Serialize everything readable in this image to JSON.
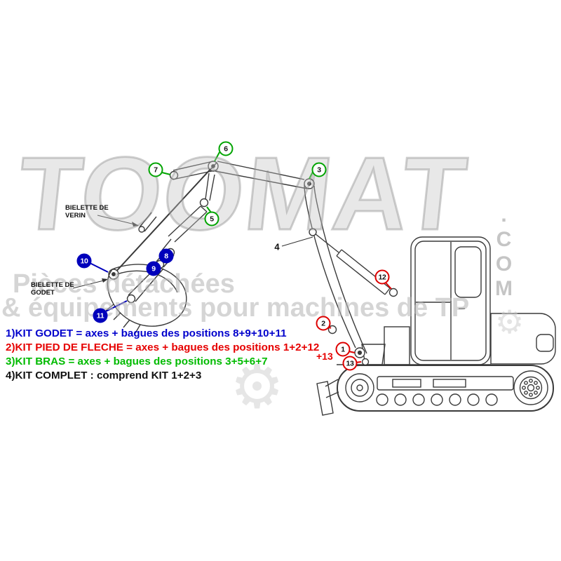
{
  "watermark": {
    "brand": "TOOMAT",
    "brand_suffix": ".COM",
    "tagline_line1": "Pièces détachées",
    "tagline_line2": "& équipements pour machines de TP",
    "gear_icon": "⚙"
  },
  "diagram": {
    "labels": {
      "verin_line1": "BIELETTE DE",
      "verin_line2": "VERIN",
      "godet_line1": "BIELETTE DE",
      "godet_line2": "GODET"
    },
    "plain_marker_4": "4",
    "markers": [
      {
        "num": "6",
        "group": "kit-bras",
        "color": "#00a400"
      },
      {
        "num": "7",
        "group": "kit-bras",
        "color": "#00a400"
      },
      {
        "num": "3",
        "group": "kit-bras",
        "color": "#00a400"
      },
      {
        "num": "5",
        "group": "kit-bras",
        "color": "#00a400"
      },
      {
        "num": "8",
        "group": "kit-godet",
        "color": "#0000bb"
      },
      {
        "num": "9",
        "group": "kit-godet",
        "color": "#0000bb"
      },
      {
        "num": "10",
        "group": "kit-godet",
        "color": "#0000bb"
      },
      {
        "num": "11",
        "group": "kit-godet",
        "color": "#0000bb"
      },
      {
        "num": "12",
        "group": "kit-pied-de-fleche",
        "color": "#dd0000"
      },
      {
        "num": "2",
        "group": "kit-pied-de-fleche",
        "color": "#dd0000"
      },
      {
        "num": "1",
        "group": "kit-pied-de-fleche",
        "color": "#dd0000"
      },
      {
        "num": "13",
        "group": "kit-pied-de-fleche",
        "color": "#dd0000"
      }
    ]
  },
  "legend": {
    "items": [
      {
        "prefix": "1)",
        "title": "KIT GODET",
        "detail": " = axes + bagues des positions 8+9+10+11",
        "color": "#0000cc"
      },
      {
        "prefix": "2)",
        "title": "KIT PIED DE FLECHE",
        "detail": " = axes + bagues des positions 1+2+12",
        "color": "#e60000"
      },
      {
        "prefix": "3)",
        "title": "KIT BRAS",
        "detail": " = axes + bagues des positions 3+5+6+7",
        "color": "#00bb00"
      },
      {
        "prefix": "4)",
        "title": "KIT COMPLET",
        "detail": " : comprend KIT 1+2+3",
        "color": "#111111"
      }
    ],
    "kit2_extra": "+13"
  }
}
